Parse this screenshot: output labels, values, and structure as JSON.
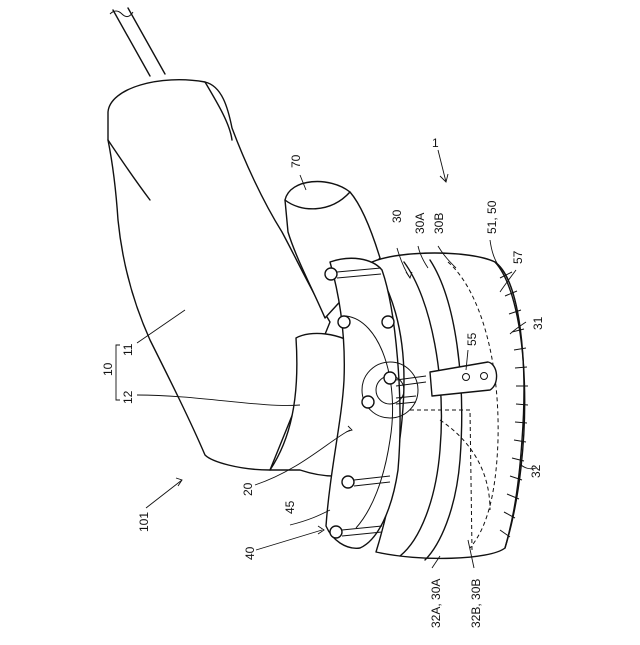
{
  "labels": {
    "ref_1": "1",
    "ref_101": "101",
    "ref_10": "10",
    "ref_11": "11",
    "ref_12": "12",
    "ref_20": "20",
    "ref_30": "30",
    "ref_30A": "30A",
    "ref_30B": "30B",
    "ref_31": "31",
    "ref_32": "32",
    "ref_32A_30A": "32A, 30A",
    "ref_32B_30B": "32B, 30B",
    "ref_40": "40",
    "ref_45": "45",
    "ref_51_50": "51, 50",
    "ref_55": "55",
    "ref_57": "57",
    "ref_70": "70"
  }
}
